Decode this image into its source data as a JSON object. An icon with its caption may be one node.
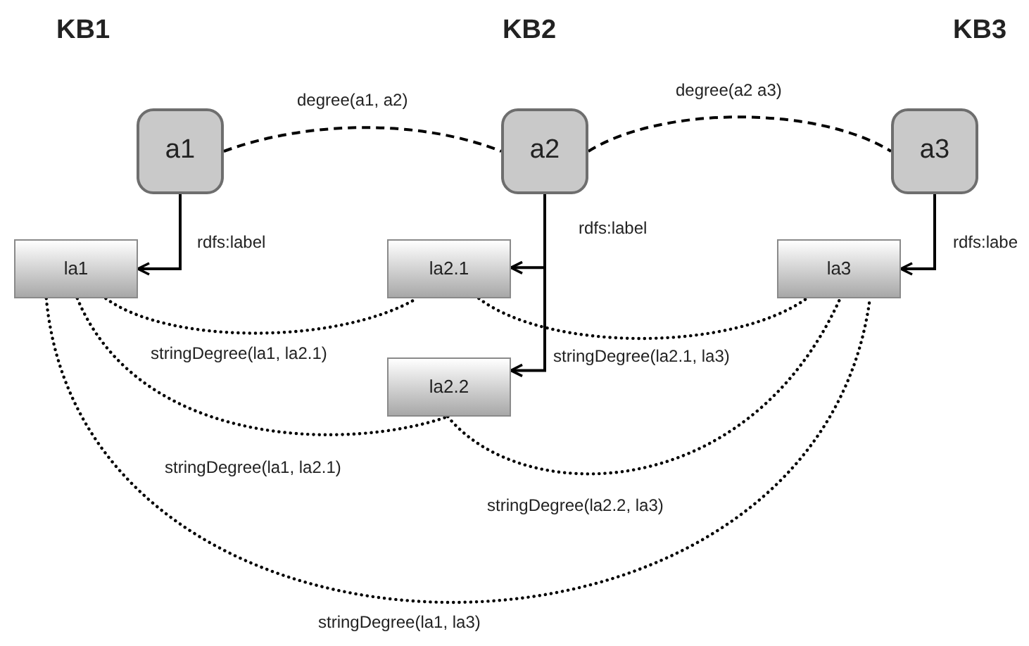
{
  "diagram": {
    "nodes": [
      {
        "text": [
          "a1"
        ]
      },
      {
        "text": [
          "a2"
        ]
      },
      {
        "text": [
          "a3"
        ]
      },
      {
        "text": [
          "la1"
        ]
      },
      {
        "text": [
          "la2.1"
        ]
      },
      {
        "text": [
          "la2.2"
        ]
      },
      {
        "text": [
          "la3"
        ]
      }
    ],
    "edges": [
      {
        "from": 0,
        "to": 1,
        "arrow": "none",
        "style": "dashed",
        "label": "degree(a1, a2)"
      },
      {
        "from": 1,
        "to": 2,
        "arrow": "none",
        "style": "dashed",
        "label": "degree(a2 a3)"
      },
      {
        "from": 0,
        "to": 3,
        "arrow": "to",
        "label": "rdfs:label"
      },
      {
        "from": 1,
        "to": 4,
        "arrow": "to",
        "label": "rdfs:label"
      },
      {
        "from": 1,
        "to": 5,
        "arrow": "to"
      },
      {
        "from": 2,
        "to": 6,
        "arrow": "to",
        "label": "rdfs:labe"
      },
      {
        "from": 3,
        "to": 4,
        "arrow": "none",
        "style": "dashed",
        "label": "stringDegree(la1, la2.1)"
      },
      {
        "from": 4,
        "to": 6,
        "arrow": "none",
        "style": "dashed",
        "label": "stringDegree(la2.1, la3)"
      },
      {
        "from": 3,
        "to": 5,
        "arrow": "none",
        "style": "dashed",
        "label": "stringDegree(la1, la2.1)"
      },
      {
        "from": 5,
        "to": 6,
        "arrow": "none",
        "style": "dashed",
        "label": "stringDegree(la2.2, la3)"
      },
      {
        "from": 3,
        "to": 6,
        "arrow": "none",
        "style": "dashed",
        "label": "stringDegree(la1, la3)"
      }
    ],
    "labels": [
      "KB1",
      "KB2",
      "KB3"
    ]
  }
}
